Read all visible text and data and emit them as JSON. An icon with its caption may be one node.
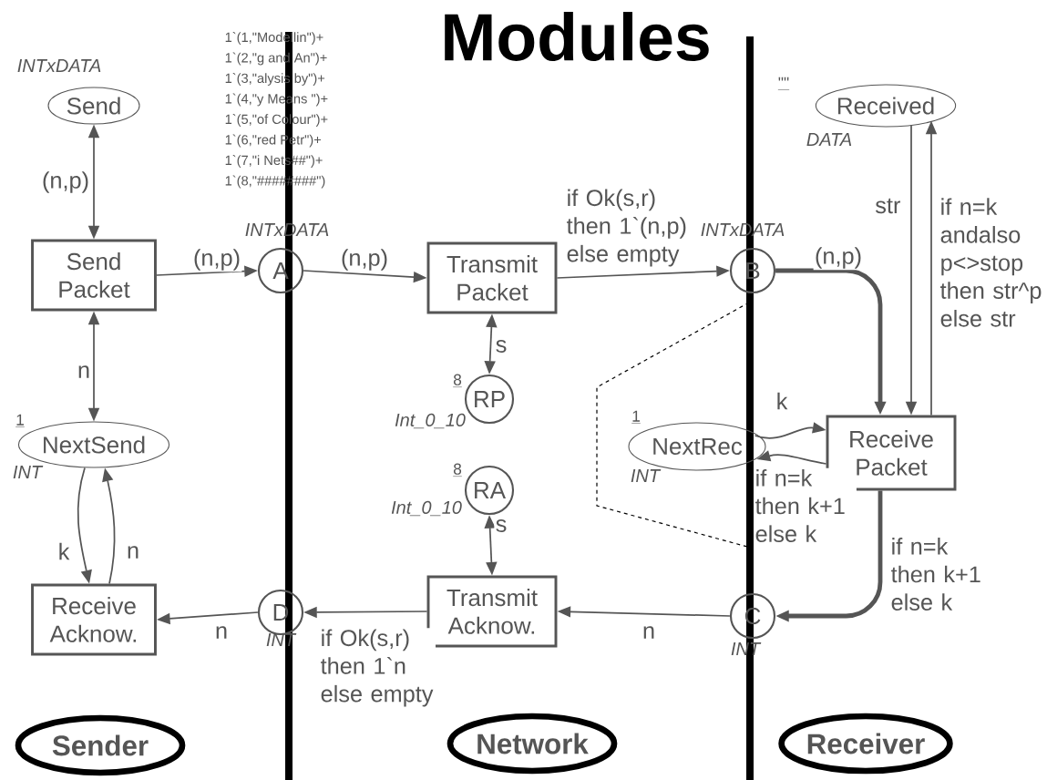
{
  "diagram": {
    "title": "Modules",
    "nodes": [
      {
        "text": [
          "Send"
        ],
        "beside": [
          "INTxDATA",
          "1`(1,\"Modellin\")+",
          "1`(2,\"g and An\")+",
          "1`(3,\"alysis by\")+",
          "1`(4,\"y Means \")+",
          "1`(5,\"of Colour\")+",
          "1`(6,\"red Petr\")+",
          "1`(7,\"i Nets##\")+",
          "1`(8,\"########\")"
        ]
      },
      {
        "text": [
          "Send Packet"
        ]
      },
      {
        "text": [
          "A"
        ],
        "beside": [
          "INTxDATA"
        ]
      },
      {
        "text": [
          "Transmit Packet"
        ]
      },
      {
        "text": [
          "B"
        ],
        "beside": [
          "INTxDATA"
        ]
      },
      {
        "text": [
          "Received"
        ],
        "beside": [
          "\"\"",
          "DATA"
        ]
      },
      {
        "text": [
          "NextSend"
        ],
        "beside": [
          "1",
          "INT"
        ]
      },
      {
        "text": [
          "RP"
        ],
        "beside": [
          "8",
          "Int_0_10"
        ]
      },
      {
        "text": [
          "NextRec"
        ],
        "beside": [
          "1",
          "INT"
        ]
      },
      {
        "text": [
          "Receive Packet"
        ]
      },
      {
        "text": [
          "RA"
        ],
        "beside": [
          "8",
          "Int_0_10"
        ]
      },
      {
        "text": [
          "Receive Acknow."
        ]
      },
      {
        "text": [
          "D"
        ],
        "beside": [
          "INT"
        ]
      },
      {
        "text": [
          "Transmit Acknow."
        ]
      },
      {
        "text": [
          "C"
        ],
        "beside": [
          "INT"
        ]
      },
      {
        "text": [
          "Sender"
        ]
      },
      {
        "text": [
          "Network"
        ]
      },
      {
        "text": [
          "Receiver"
        ]
      }
    ],
    "edges": [
      {
        "from": 1,
        "to": 0,
        "arrow": "both",
        "label": "(n,p)"
      },
      {
        "from": 1,
        "to": 2,
        "arrow": "to",
        "label": "(n,p)"
      },
      {
        "from": 2,
        "to": 3,
        "arrow": "to",
        "label": "(n,p)"
      },
      {
        "from": 3,
        "to": 4,
        "arrow": "to",
        "label": "if Ok(s,r) then 1`(n,p) else empty"
      },
      {
        "from": 4,
        "to": 9,
        "arrow": "to",
        "label": "(n,p)",
        "style": "thick"
      },
      {
        "from": 5,
        "to": 9,
        "arrow": "to",
        "label": "str"
      },
      {
        "from": 9,
        "to": 5,
        "arrow": "to",
        "label": "if n=k andalso p<>stop then str^p else str"
      },
      {
        "from": 1,
        "to": 6,
        "arrow": "both",
        "label": "n"
      },
      {
        "from": 3,
        "to": 7,
        "arrow": "both",
        "label": "s"
      },
      {
        "from": 8,
        "to": 9,
        "arrow": "to",
        "label": "k"
      },
      {
        "from": 9,
        "to": 8,
        "arrow": "to",
        "label": "if n=k then k+1 else k"
      },
      {
        "from": 6,
        "to": 11,
        "arrow": "to",
        "label": "k"
      },
      {
        "from": 11,
        "to": 6,
        "arrow": "to",
        "label": "n"
      },
      {
        "from": 10,
        "to": 13,
        "arrow": "both",
        "label": "s"
      },
      {
        "from": 9,
        "to": 14,
        "arrow": "to",
        "label": "if n=k then k+1 else k",
        "style": "thick"
      },
      {
        "from": 14,
        "to": 13,
        "arrow": "to",
        "label": "n"
      },
      {
        "from": 13,
        "to": 12,
        "arrow": "to",
        "label": "if Ok(s,r) then 1`n else empty"
      },
      {
        "from": 12,
        "to": 11,
        "arrow": "to",
        "label": "n"
      }
    ]
  }
}
